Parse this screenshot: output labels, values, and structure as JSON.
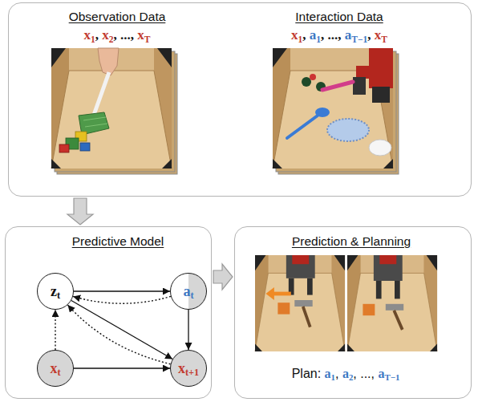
{
  "diagram": {
    "nodes": [
      {
        "text": [
          "Observation Data",
          "x1, x2, ..., xT",
          "Interaction Data",
          "x1, a1, ..., aT−1, xT"
        ]
      },
      {
        "text": [
          "Predictive Model"
        ]
      },
      {
        "text": [
          "zt"
        ],
        "in": 1
      },
      {
        "text": [
          "at"
        ],
        "in": 1
      },
      {
        "text": [
          "xt"
        ],
        "in": 1
      },
      {
        "text": [
          "xt+1"
        ],
        "in": 1
      },
      {
        "text": [
          "Prediction & Planning",
          "Plan: a1, a2, ..., aT−1"
        ]
      }
    ],
    "edges": [
      {
        "from": 0,
        "to": 1,
        "arrow": "to"
      },
      {
        "from": 1,
        "to": 6,
        "arrow": "to"
      },
      {
        "from": 2,
        "to": 3,
        "arrow": "to"
      },
      {
        "from": 3,
        "to": 2,
        "arrow": "to"
      },
      {
        "from": 2,
        "to": 5,
        "arrow": "to"
      },
      {
        "from": 5,
        "to": 2,
        "arrow": "to"
      },
      {
        "from": 3,
        "to": 5,
        "arrow": "to"
      },
      {
        "from": 4,
        "to": 2,
        "arrow": "to"
      },
      {
        "from": 4,
        "to": 5,
        "arrow": "to"
      }
    ]
  }
}
